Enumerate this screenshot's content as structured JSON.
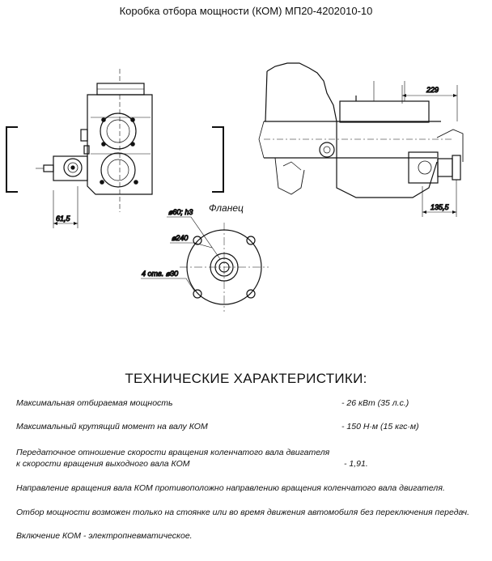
{
  "title": "Коробка отбора мощности (КОМ) МП20-4202010-10",
  "dimensions": {
    "d229": "229",
    "d61_5": "61,5",
    "d135_5": "135,5",
    "d60": "⌀60; h3",
    "d240": "⌀240",
    "holes": "4 отв. ⌀30"
  },
  "flange_label": "Фланец",
  "specs_header": "ТЕХНИЧЕСКИЕ ХАРАКТЕРИСТИКИ:",
  "specs": {
    "power_label": "Максимальная отбираемая мощность",
    "power_value": "- 26 кВт (35 л.с.)",
    "torque_label": "Максимальный крутящий момент на валу КОМ",
    "torque_value": "- 150 Н·м (15 кгс·м)",
    "ratio_label_1": "Передаточное отношение скорости вращения  коленчатого вала двигателя",
    "ratio_label_2": "к скорости вращения выходного вала КОМ",
    "ratio_value": "- 1,91.",
    "direction": "Направление вращения вала КОМ противоположно направлению вращения коленчатого вала двигателя.",
    "takeoff": "Отбор мощности возможен только на стоянке или во время движения автомобиля без переключения передач.",
    "activation": "Включение КОМ - электропневматическое."
  }
}
